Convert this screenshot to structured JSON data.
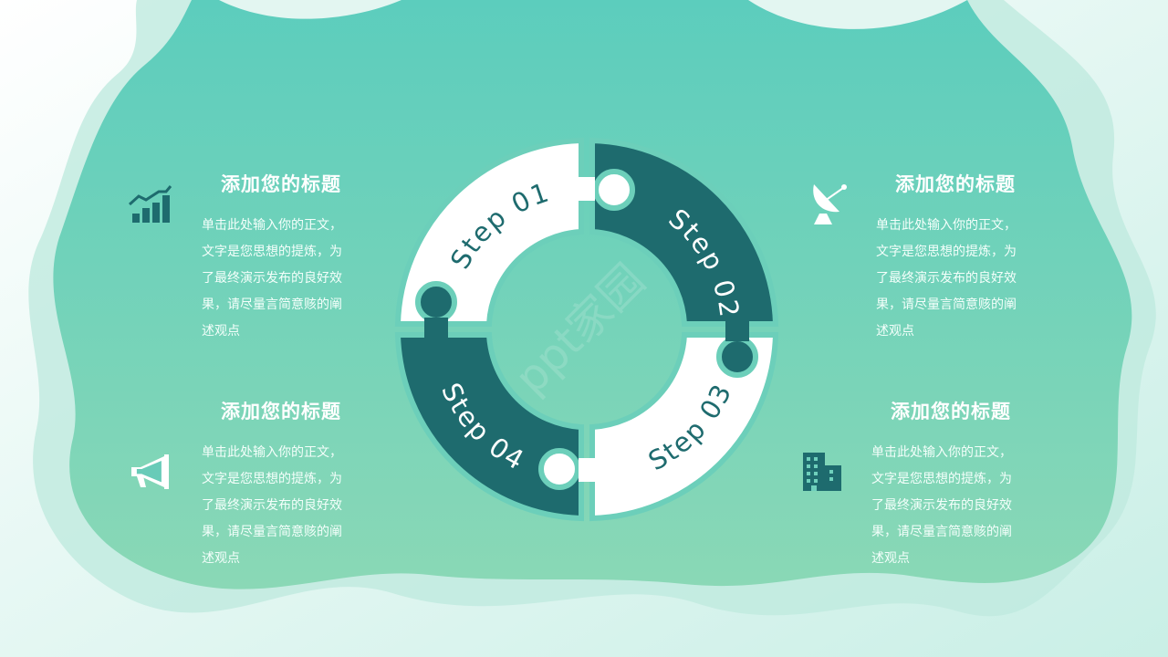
{
  "colors": {
    "background_light": "#eaf8f5",
    "panel_top": "#5ccdbd",
    "panel_bottom": "#8ad8b6",
    "dark_teal": "#1e6b6e",
    "white": "#ffffff",
    "outline": "#6ccfba"
  },
  "diagram": {
    "steps": [
      {
        "label": "Step 01",
        "color": "#ffffff",
        "text_color": "#1e6b6e"
      },
      {
        "label": "Step 02",
        "color": "#1e6b6e",
        "text_color": "#ffffff"
      },
      {
        "label": "Step 03",
        "color": "#ffffff",
        "text_color": "#1e6b6e"
      },
      {
        "label": "Step 04",
        "color": "#1e6b6e",
        "text_color": "#ffffff"
      }
    ],
    "watermark": "ppt家园"
  },
  "blocks": [
    {
      "icon": "chart-growth-icon",
      "title": "添加您的标题",
      "lines": [
        "单击此处输入你的正文，",
        "文字是您思想的提炼，为",
        "了最终演示发布的良好效",
        "果，请尽量言简意赅的阐",
        "述观点"
      ]
    },
    {
      "icon": "satellite-dish-icon",
      "title": "添加您的标题",
      "lines": [
        "单击此处输入你的正文，",
        "文字是您思想的提炼，为",
        "了最终演示发布的良好效",
        "果，请尽量言简意赅的阐",
        "述观点"
      ]
    },
    {
      "icon": "megaphone-icon",
      "title": "添加您的标题",
      "lines": [
        "单击此处输入你的正文，",
        "文字是您思想的提炼，为",
        "了最终演示发布的良好效",
        "果，请尽量言简意赅的阐",
        "述观点"
      ]
    },
    {
      "icon": "building-icon",
      "title": "添加您的标题",
      "lines": [
        "单击此处输入你的正文，",
        "文字是您思想的提炼，为",
        "了最终演示发布的良好效",
        "果，请尽量言简意赅的阐",
        "述观点"
      ]
    }
  ]
}
